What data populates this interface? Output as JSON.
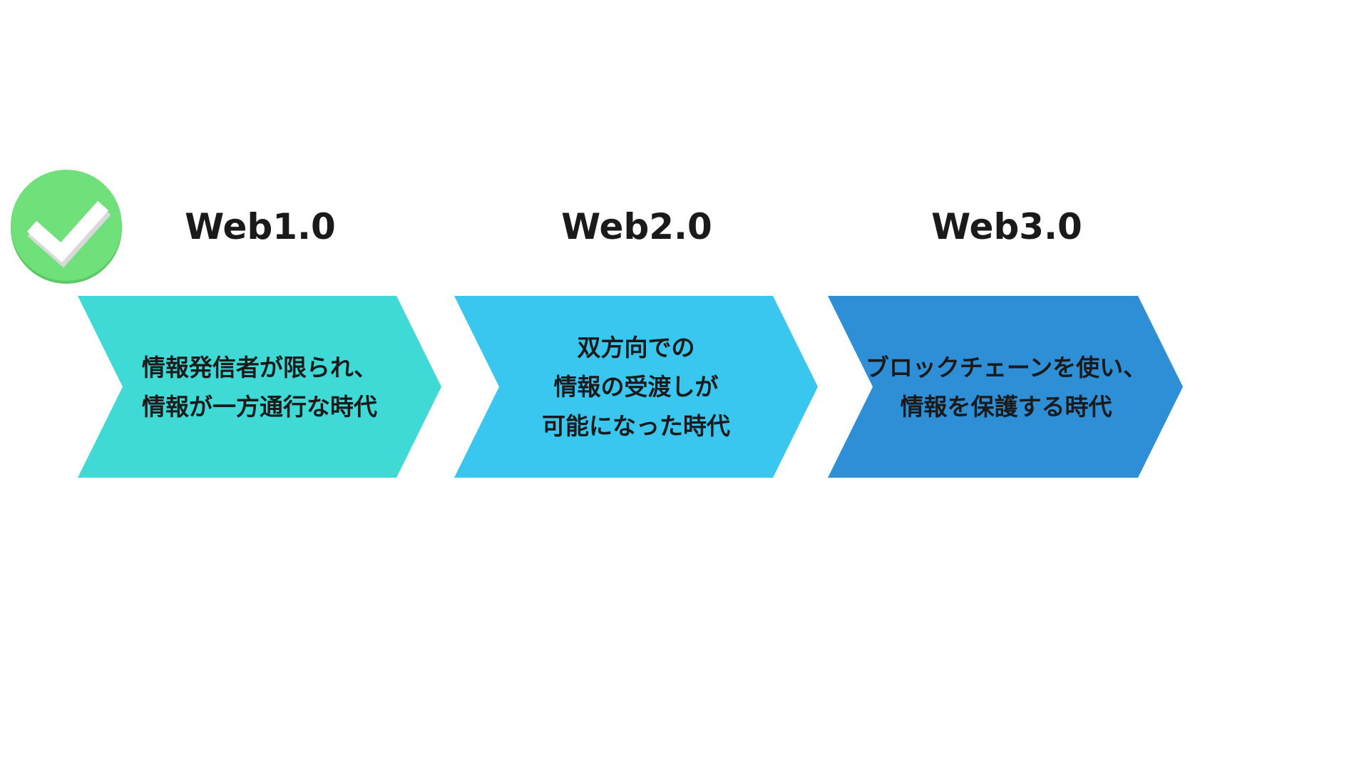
{
  "colors": {
    "check_badge": "#6fe07a",
    "check_mark": "#ffffff",
    "stage1": "#3fd9d6",
    "stage2": "#39c7ef",
    "stage3": "#2e8fd6",
    "text": "#1a1a1a"
  },
  "icons": {
    "check": "check-circle-icon"
  },
  "stages": [
    {
      "title": "Web1.0",
      "lines": [
        "情報発信者が限られ、",
        "情報が一方通行な時代"
      ]
    },
    {
      "title": "Web2.0",
      "lines": [
        "双方向での",
        "情報の受渡しが",
        "可能になった時代"
      ]
    },
    {
      "title": "Web3.0",
      "lines": [
        "ブロックチェーンを使い、",
        "情報を保護する時代"
      ]
    }
  ]
}
